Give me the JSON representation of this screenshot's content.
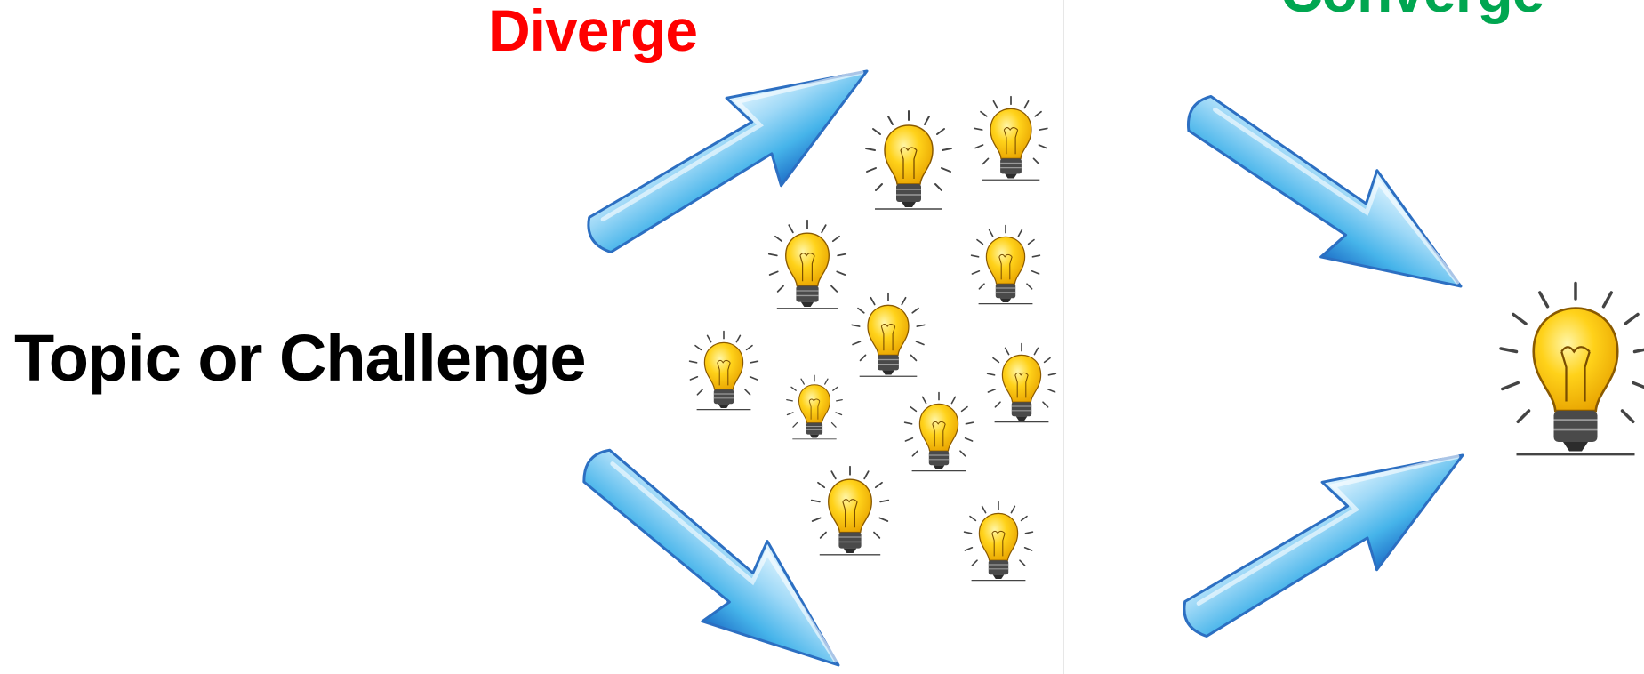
{
  "labels": {
    "diverge": "Diverge",
    "converge": "Converge",
    "topic": "Topic or Challenge"
  },
  "colors": {
    "diverge": "#ff0000",
    "converge": "#00a650",
    "topic": "#000000",
    "arrow_light": "#c9ecff",
    "arrow_mid": "#5ec3f2",
    "arrow_dark": "#1f72c9",
    "bulb_glass": "#ffc800",
    "bulb_base": "#3c3c3c"
  },
  "icons": {
    "arrow": "arrow-icon",
    "idea": "lightbulb-icon"
  }
}
